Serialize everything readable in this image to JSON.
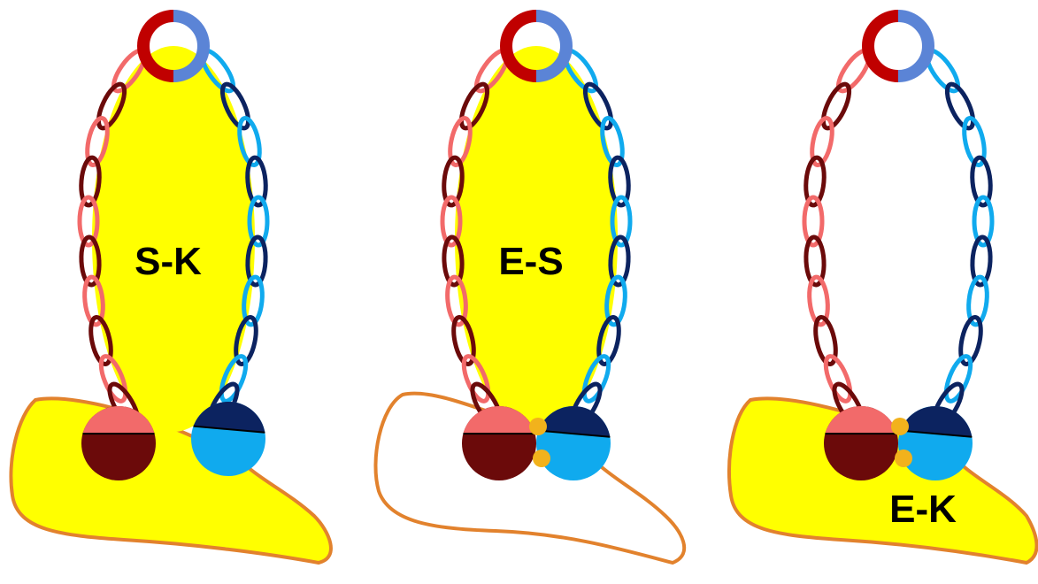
{
  "colors": {
    "yellow": "#ffff00",
    "outline": "#e2822d",
    "salmon": "#f26a6a",
    "maroon": "#6b0a0a",
    "hinge_red": "#c00000",
    "hinge_blue": "#5b84d6",
    "navy": "#0c2360",
    "sky": "#10aaee",
    "contact_dot": "#f2b21c"
  },
  "panels": [
    {
      "id": "sk",
      "label": "S-K",
      "loop_fill": true,
      "domain_fill": true,
      "domains_touching": false,
      "contact_dots": false
    },
    {
      "id": "es",
      "label": "E-S",
      "loop_fill": true,
      "domain_fill": false,
      "domains_touching": true,
      "contact_dots": true
    },
    {
      "id": "ek",
      "label": "E-K",
      "loop_fill": false,
      "domain_fill": true,
      "domains_touching": true,
      "contact_dots": true
    }
  ]
}
